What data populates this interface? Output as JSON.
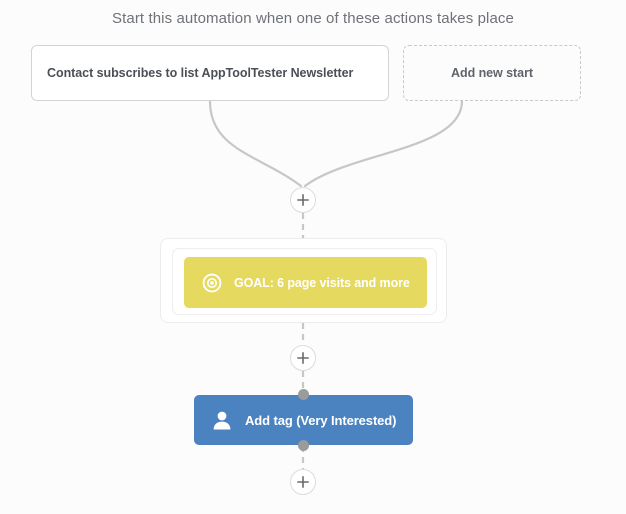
{
  "page": {
    "title": "Start this automation when one of these actions takes place",
    "background_color": "#fcfcfc"
  },
  "colors": {
    "goal_yellow": "#e6d95f",
    "action_blue": "#4a83bf",
    "connector_grey": "#c7c7c7",
    "dot_grey": "#9b9b9b",
    "title_text": "#6f7277",
    "box_text": "#4b4f56"
  },
  "start_triggers": [
    {
      "label": "Contact subscribes to list AppToolTester Newsletter",
      "style": "solid",
      "name": "trigger-contact-subscribes"
    },
    {
      "label": "Add new start",
      "style": "dashed",
      "name": "add-new-start"
    }
  ],
  "nodes": [
    {
      "name": "plus-top",
      "icon": "plus-icon",
      "label": "+"
    },
    {
      "name": "plus-middle",
      "icon": "plus-icon",
      "label": "+"
    },
    {
      "name": "plus-bottom",
      "icon": "plus-icon",
      "label": "+"
    }
  ],
  "goal_step": {
    "label": "GOAL: 6 page visits and more",
    "icon": "target-icon",
    "color": "#e6d95f"
  },
  "action_step": {
    "label": "Add tag (Very Interested)",
    "icon": "user-icon",
    "color": "#4a83bf"
  }
}
